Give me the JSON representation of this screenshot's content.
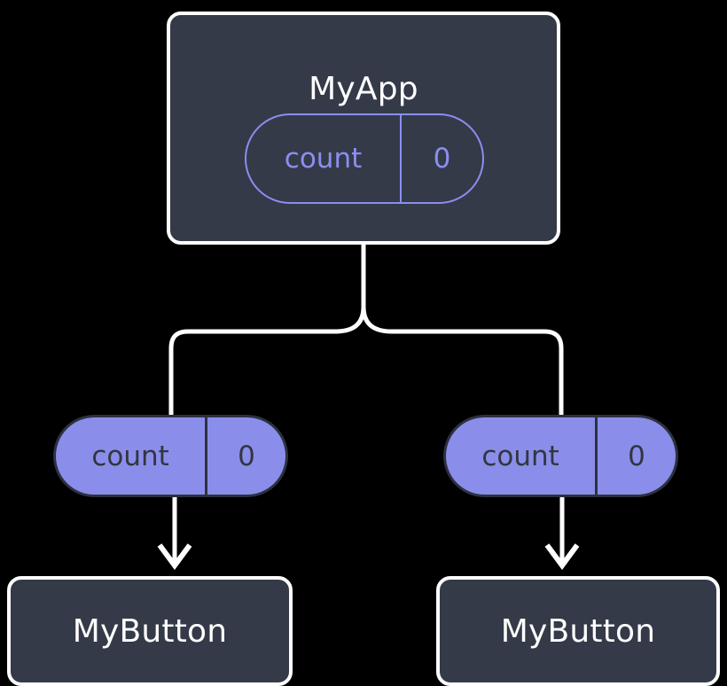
{
  "diagram": {
    "title_text": "MyApp",
    "background_color": "#000000",
    "box_fill_color": "#343a48",
    "box_border_color": "#fdfdfd",
    "pill_fill_color": "#8a8eea",
    "pill_outline_color": "#8b8ef0",
    "pill_text_dark_color": "#33363f",
    "connector_color": "#ffffff",
    "nodes": [
      {
        "id": "root",
        "label": "MyApp",
        "style": "outlined-state",
        "state": {
          "key": "count",
          "value": "0"
        }
      },
      {
        "id": "left-button",
        "label": "MyButton",
        "style": "box",
        "state": {
          "key": "count",
          "value": "0"
        }
      },
      {
        "id": "right-button",
        "label": "MyButton",
        "style": "box",
        "state": {
          "key": "count",
          "value": "0"
        }
      }
    ],
    "states": {
      "root": {
        "key": "count",
        "value": "0"
      },
      "left": {
        "key": "count",
        "value": "0"
      },
      "right": {
        "key": "count",
        "value": "0"
      }
    },
    "labels": {
      "root_title": "MyApp",
      "left_button_title": "MyButton",
      "right_button_title": "MyButton"
    }
  }
}
